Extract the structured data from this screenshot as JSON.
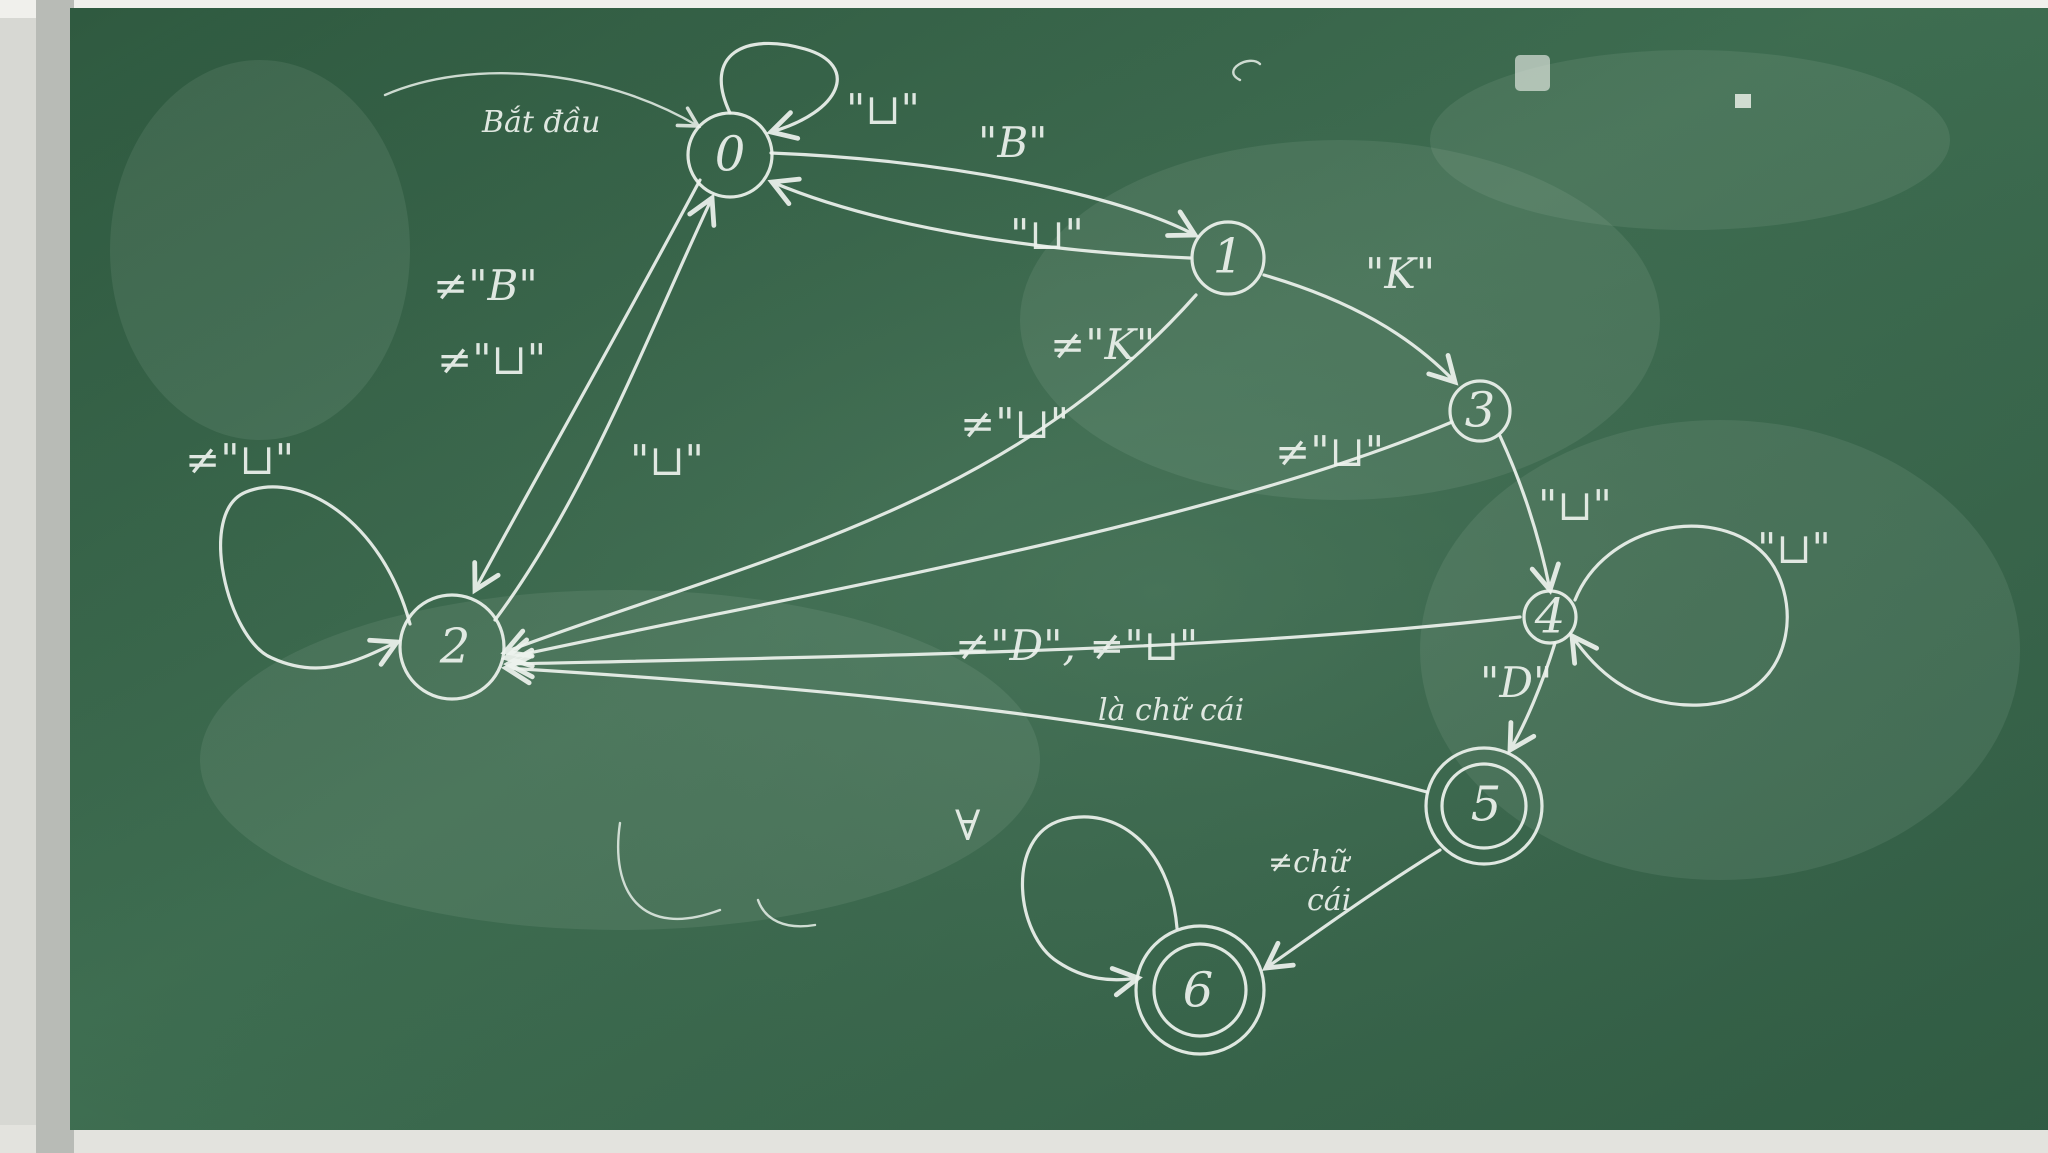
{
  "diagram": {
    "colors": {
      "board": "#3f6f52",
      "board_dark": "#315d44",
      "board_light": "#5a8068",
      "chalk": "#eef3ee",
      "frame": "#d7d8d3"
    },
    "start_label": "Bắt đầu",
    "states": {
      "s0": "0",
      "s1": "1",
      "s2": "2",
      "s3": "3",
      "s4": "4",
      "s5": "5",
      "s6": "6"
    },
    "transitions": {
      "t00": "\"⊔\"",
      "t01": "\"B\"",
      "t10": "\"⊔\"",
      "t13": "\"K\"",
      "t02_b": "≠\"B\"",
      "t02_space": "≠\"⊔\"",
      "t20": "\"⊔\"",
      "t22": "≠\"⊔\"",
      "t12_k": "≠\"K\"",
      "t12_space": "≠\"⊔\"",
      "t32": "≠\"⊔\"",
      "t34": "\"⊔\"",
      "t44": "\"⊔\"",
      "t42": "≠\"D\", ≠\"⊔\"",
      "t45": "\"D\"",
      "t52": "là chữ cái",
      "t56_line1": "≠chữ",
      "t56_line2": "cái",
      "t66": "∀"
    }
  }
}
